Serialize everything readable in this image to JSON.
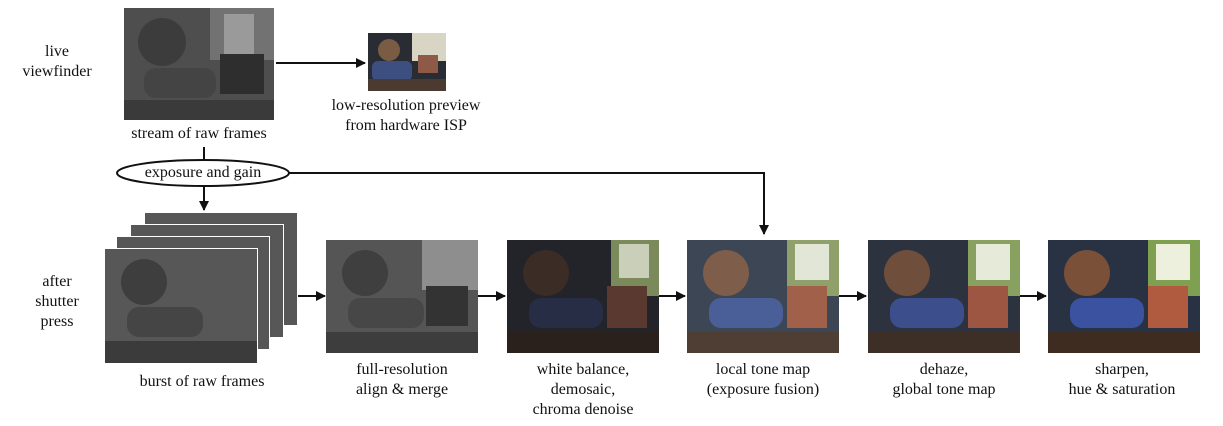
{
  "rows": {
    "top": [
      "live",
      "viewfinder"
    ],
    "bottom": [
      "after",
      "shutter",
      "press"
    ]
  },
  "nodes": {
    "raw_stream": {
      "caption": [
        "stream of raw frames"
      ]
    },
    "preview": {
      "caption": [
        "low-resolution preview",
        "from hardware ISP"
      ]
    },
    "exposure": {
      "label": "exposure and gain"
    },
    "burst": {
      "caption": [
        "burst of raw frames"
      ]
    },
    "merge": {
      "caption": [
        "full-resolution",
        "align & merge"
      ]
    },
    "wb": {
      "caption": [
        "white balance,",
        "demosaic,",
        "chroma denoise"
      ]
    },
    "ltm": {
      "caption": [
        "local tone map",
        "(exposure fusion)"
      ]
    },
    "dehaze": {
      "caption": [
        "dehaze,",
        "global tone map"
      ]
    },
    "sharpen": {
      "caption": [
        "sharpen,",
        "hue & saturation"
      ]
    }
  },
  "colors": {
    "raw_gray": "#4e4e4e",
    "arrow": "#111111"
  }
}
